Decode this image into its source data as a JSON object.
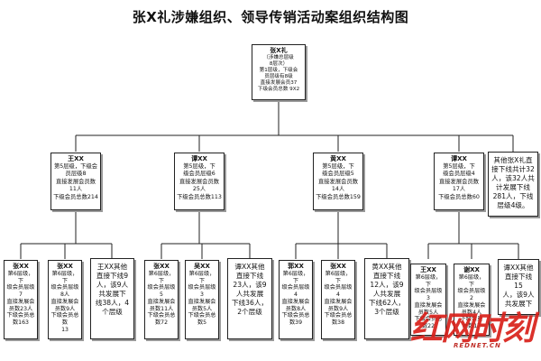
{
  "title": "张X礼涉嫌组织、领导传销活动案组织结构图",
  "root": {
    "name": "张X礼",
    "lines": "（涉嫌总层级\n8层次）\n第1层级，下级会\n员层级有8级\n直接发展会员37\n下级会员总数 9X2"
  },
  "level2": [
    {
      "name": "王XX",
      "lines": "第5层级，下级会\n员层级8\n直接发展会员数\n11人\n下级会员总数214"
    },
    {
      "name": "谭XX",
      "lines": "第5层级，下\n级会员层级6\n直接发展会员数\n25人\n下级会员总数113"
    },
    {
      "name": "黄XX",
      "lines": "第5层级，下\n级会员层级5\n直接发展会员数\n14人\n下级会员总数159"
    },
    {
      "name": "谭XX",
      "lines": "第5层级，下\n级会员层级4\n直接发展会员数\n17人\n下级会员总数60"
    }
  ],
  "note_top": "其他张X礼直\n接下线共计32\n人，该32人共\n计发展下线\n281人，下线\n层级4级。",
  "level3": [
    {
      "name": "张XX",
      "lines": "第6层级，下\n级会员层级7\n直接发展会\n员数23人\n下级会员总\n数163"
    },
    {
      "name": "张XX",
      "lines": "第6层级，下\n级会员层级\n8人\n直接发展会\n员数9人\n下级会员总数\n13"
    },
    {
      "name": "",
      "lines": "王XX其他\n直接下线9\n人，该9人\n共发展下\n线38人，4\n个层级"
    },
    {
      "name": "张XX",
      "lines": "第6层级，下\n级会员层级5\n直接发展会\n员数11人\n下级会员总\n数72"
    },
    {
      "name": "吴XX",
      "lines": "第6层级，下\n级会员层级3\n直接发展会\n员数5人\n下级会员总\n数5"
    },
    {
      "name": "",
      "lines": "谭XX其他\n直接下线\n23人，该9\n人共发展\n下线36人，\n2个层级"
    },
    {
      "name": "郭XX",
      "lines": "第6层级，下\n级会员层级4\n直接发展会\n员数8人\n下级会员总\n数39"
    },
    {
      "name": "张XX",
      "lines": "第6层级，下\n级会员层级4\n直接发展会\n员数9人\n下级会员总\n数38"
    },
    {
      "name": "",
      "lines": "黄XX其他\n直接下线\n12人，该9\n人共发展\n下线62人，\n3个层级"
    },
    {
      "name": "王XX",
      "lines": "第6层级，下\n级会员层级3\n直接发展会\n员数5人\n下级会员总\n数22"
    },
    {
      "name": "谢XX",
      "lines": "第6层级，下\n级会员层级2\n直接发展会\n员数4人\n下级会员\n总数17"
    },
    {
      "name": "",
      "lines": "谭XX其他\n直接下线15\n人，该9人\n共发展下"
    }
  ],
  "watermark": {
    "logo": "红网时刻",
    "sub": "REDNET.CN"
  }
}
